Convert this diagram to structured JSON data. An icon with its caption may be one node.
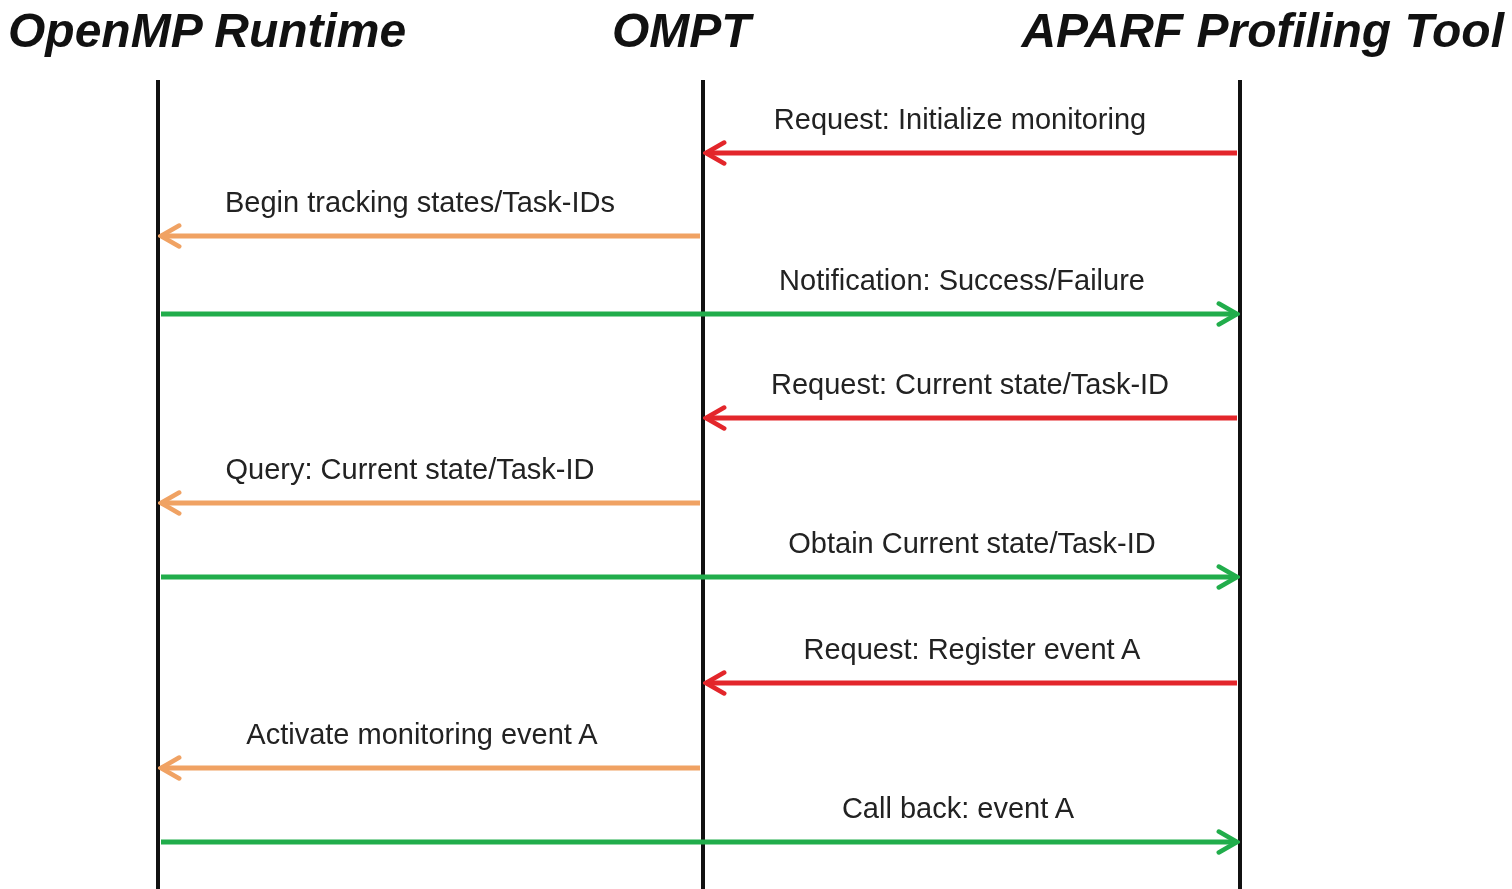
{
  "diagram": {
    "nodes": [
      {
        "text": [
          "OpenMP Runtime"
        ]
      },
      {
        "text": [
          "OMPT"
        ]
      },
      {
        "text": [
          "APARF Profiling Tool"
        ]
      }
    ],
    "edges": [
      {
        "from": 2,
        "to": 1,
        "arrow": "to",
        "label": "Request: Initialize monitoring",
        "color": "#e3262b"
      },
      {
        "from": 1,
        "to": 0,
        "arrow": "to",
        "label": "Begin tracking states/Task-IDs",
        "color": "#f0a263"
      },
      {
        "from": 0,
        "to": 2,
        "arrow": "to",
        "label": "Notification: Success/Failure",
        "color": "#21ad4b"
      },
      {
        "from": 2,
        "to": 1,
        "arrow": "to",
        "label": "Request: Current state/Task-ID",
        "color": "#e3262b"
      },
      {
        "from": 1,
        "to": 0,
        "arrow": "to",
        "label": "Query: Current state/Task-ID",
        "color": "#f0a263"
      },
      {
        "from": 0,
        "to": 2,
        "arrow": "to",
        "label": "Obtain Current state/Task-ID",
        "color": "#21ad4b"
      },
      {
        "from": 2,
        "to": 1,
        "arrow": "to",
        "label": "Request: Register event A",
        "color": "#e3262b"
      },
      {
        "from": 1,
        "to": 0,
        "arrow": "to",
        "label": "Activate monitoring event A",
        "color": "#f0a263"
      },
      {
        "from": 0,
        "to": 2,
        "arrow": "to",
        "label": "Call back: event A",
        "color": "#21ad4b"
      }
    ]
  }
}
